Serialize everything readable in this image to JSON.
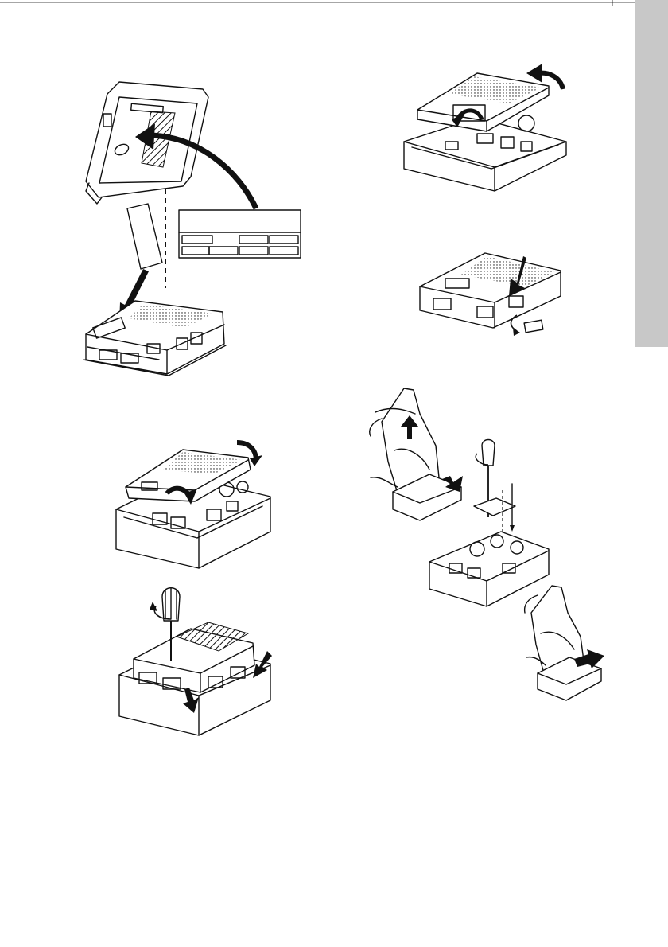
{
  "page": {
    "background": "#ffffff",
    "ink_color": "#111111",
    "side_tab_color": "#c8c8c8"
  },
  "figures": [
    {
      "step": "label-removal",
      "icons": [
        "arrow-icon"
      ]
    },
    {
      "step": "cover-lift",
      "icons": [
        "rotate-arrow-icon"
      ]
    },
    {
      "step": "cover-press",
      "icons": [
        "push-arrow-icon"
      ]
    },
    {
      "step": "cover-tilt",
      "icons": [
        "rotate-arrow-icon"
      ]
    },
    {
      "step": "screw-unlock",
      "icons": [
        "screwdriver-icon",
        "push-arrow-icon"
      ]
    },
    {
      "step": "module-install",
      "icons": [
        "hand-icon",
        "screwdriver-icon",
        "push-arrow-icon"
      ]
    }
  ]
}
